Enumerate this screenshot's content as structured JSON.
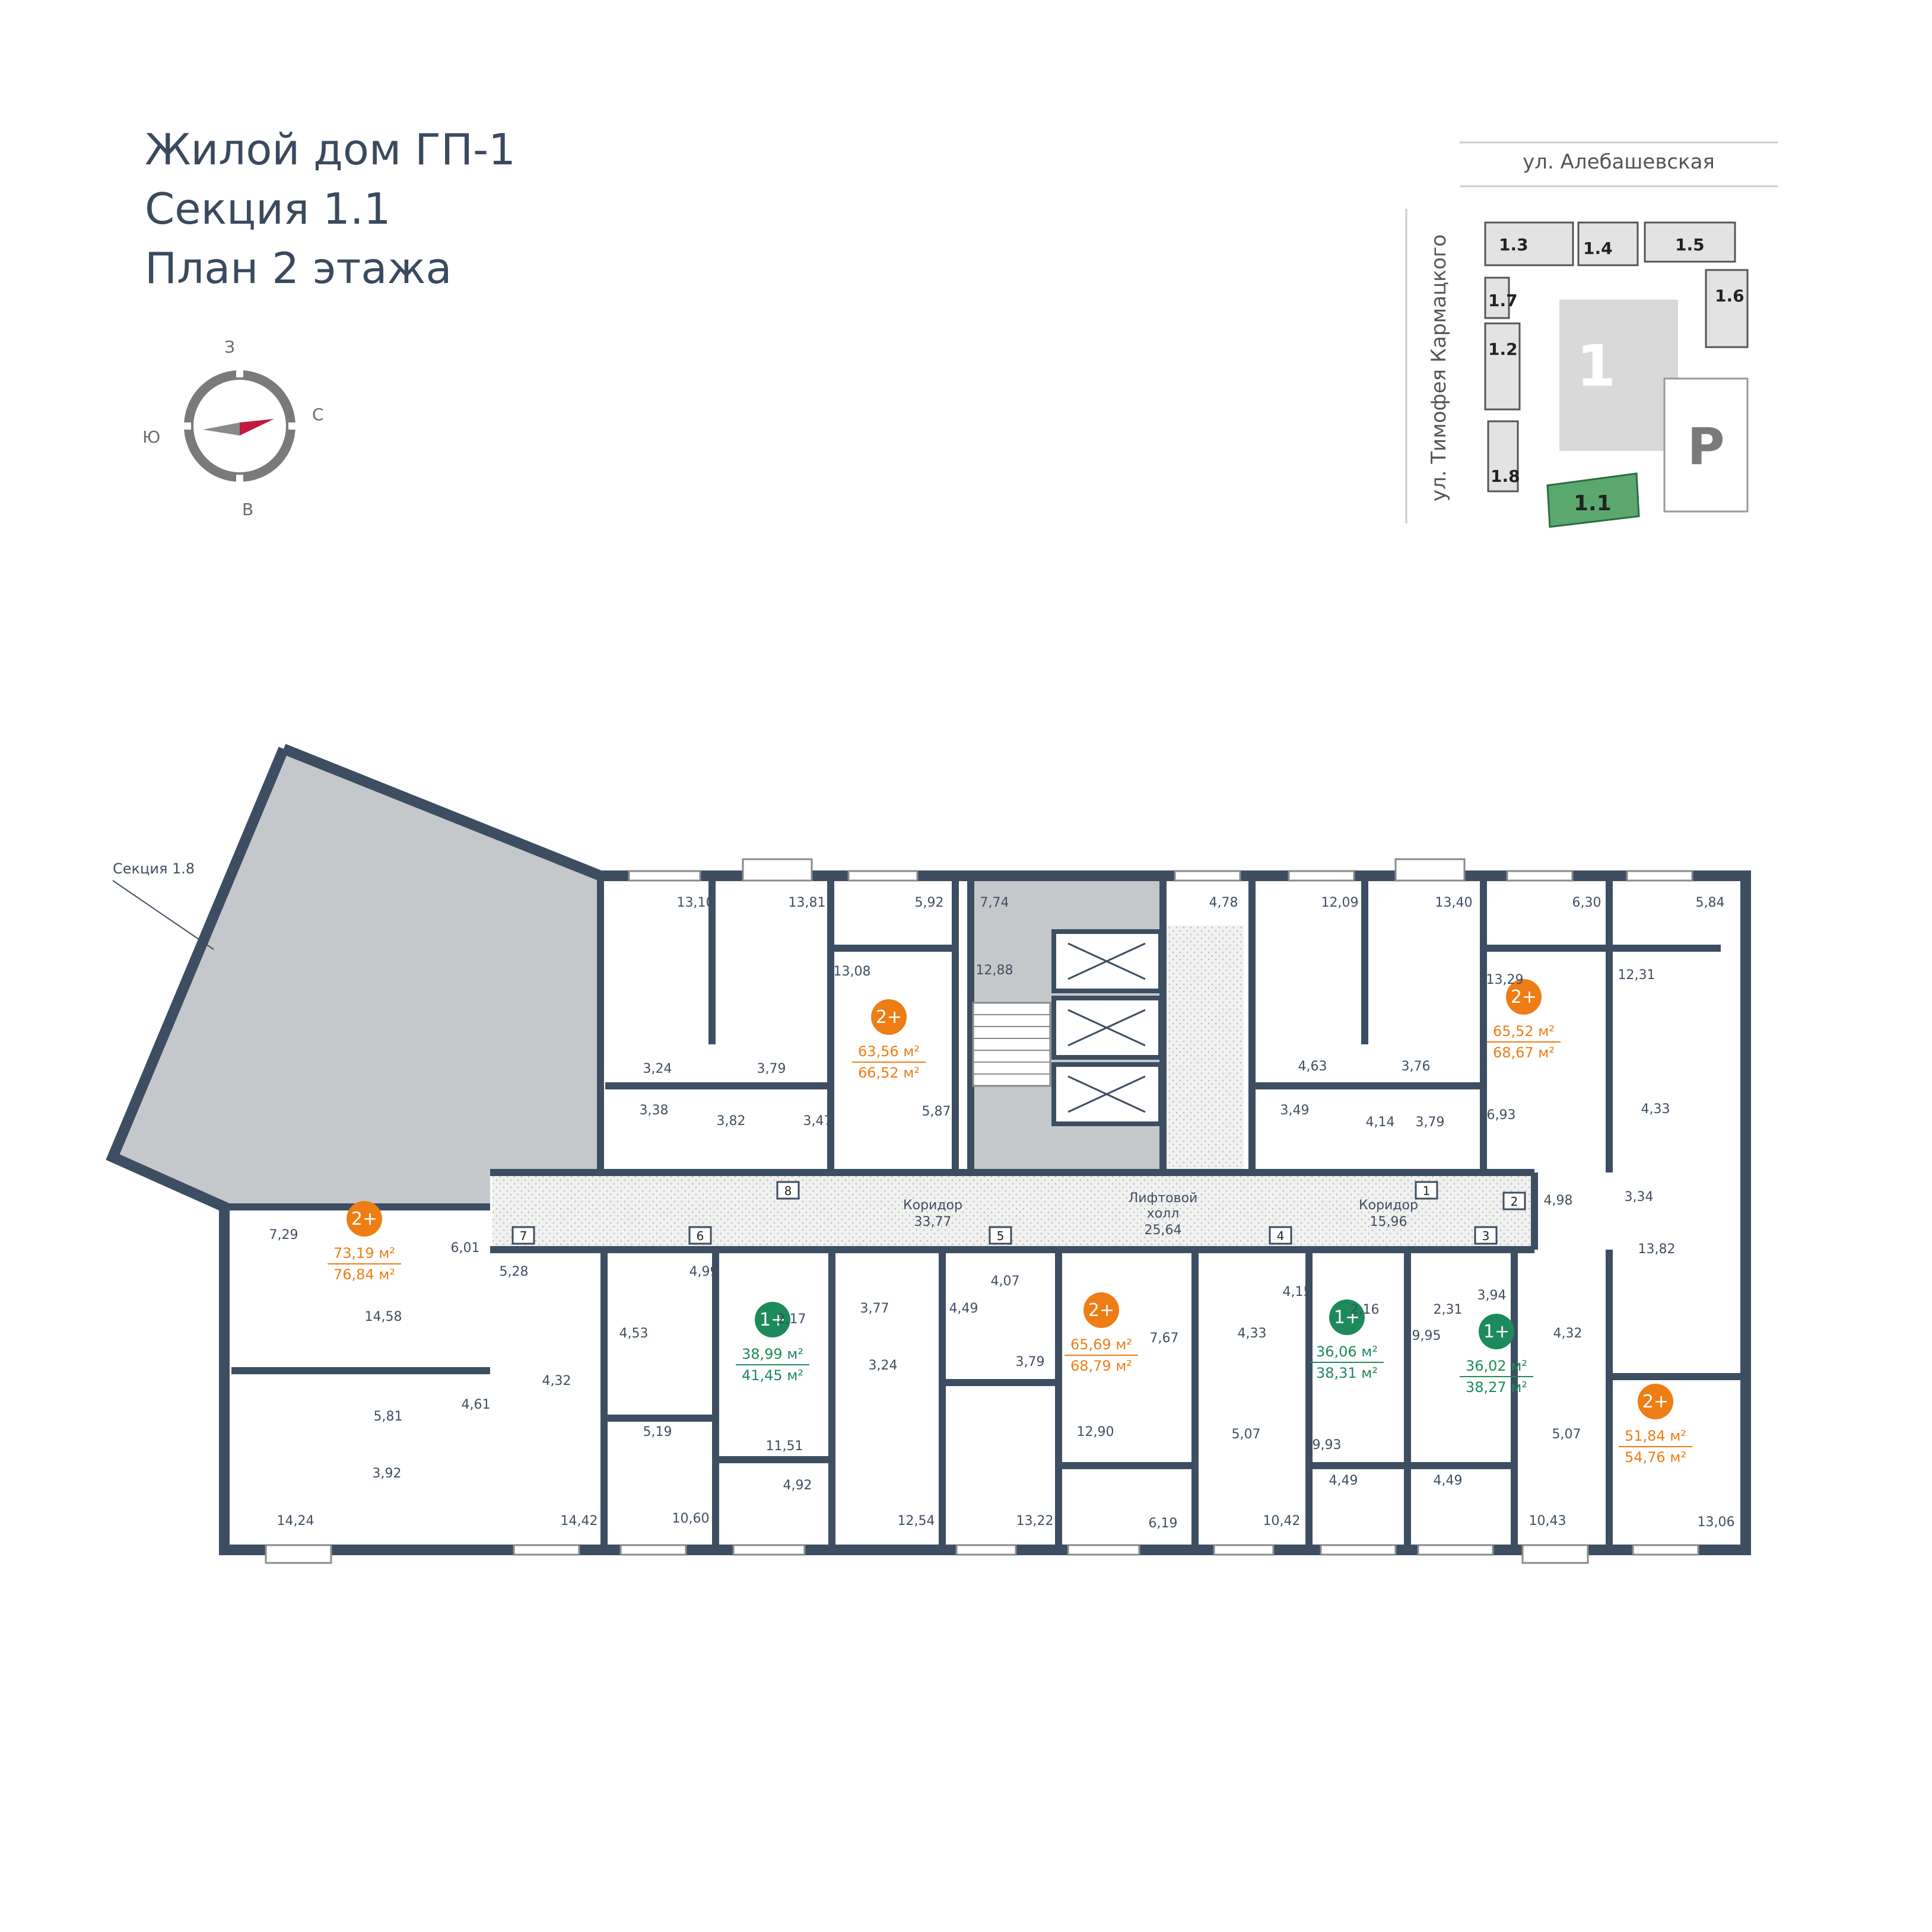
{
  "header": {
    "line1": "Жилой дом ГП-1",
    "line2": "Секция 1.1",
    "line3": "План 2 этажа"
  },
  "compass": {
    "north": "З",
    "east": "С",
    "south": "В",
    "west": "Ю"
  },
  "site_map": {
    "street_top": "ул. Алебашевская",
    "street_left": "ул. Тимофея Кармацкого",
    "sections": [
      "1.3",
      "1.4",
      "1.5",
      "1.6",
      "1.7",
      "1.2",
      "1.8",
      "1.1"
    ],
    "building_number": "1",
    "parking": "P",
    "highlight_color": "#5aa86e"
  },
  "plan": {
    "neighbor_label": "Секция 1.8",
    "corridor_left": {
      "name": "Коридор",
      "area": "33,77"
    },
    "lift_hall": {
      "name1": "Лифтовой",
      "name2": "холл",
      "area": "25,64"
    },
    "corridor_right": {
      "name": "Коридор",
      "area": "15,96"
    },
    "apartment_numbers": [
      "1",
      "2",
      "3",
      "4",
      "5",
      "6",
      "7",
      "8"
    ],
    "apartments": [
      {
        "rooms": "2+",
        "area": "63,56 м²",
        "area_total": "66,52 м²",
        "color": "#ee7d15"
      },
      {
        "rooms": "2+",
        "area": "65,52 м²",
        "area_total": "68,67 м²",
        "color": "#ee7d15"
      },
      {
        "rooms": "2+",
        "area": "73,19 м²",
        "area_total": "76,84 м²",
        "color": "#ee7d15"
      },
      {
        "rooms": "1+",
        "area": "38,99 м²",
        "area_total": "41,45 м²",
        "color": "#1d8a5c"
      },
      {
        "rooms": "2+",
        "area": "65,69 м²",
        "area_total": "68,79 м²",
        "color": "#ee7d15"
      },
      {
        "rooms": "1+",
        "area": "36,06 м²",
        "area_total": "38,31 м²",
        "color": "#1d8a5c"
      },
      {
        "rooms": "1+",
        "area": "36,02 м²",
        "area_total": "38,27 м²",
        "color": "#1d8a5c"
      },
      {
        "rooms": "2+",
        "area": "51,84 м²",
        "area_total": "54,76 м²",
        "color": "#ee7d15"
      }
    ],
    "room_areas": [
      "13,10",
      "13,81",
      "5,92",
      "7,74",
      "4,78",
      "12,09",
      "13,40",
      "6,30",
      "5,84",
      "13,08",
      "12,88",
      "13,29",
      "12,31",
      "3,24",
      "3,79",
      "3,76",
      "4,63",
      "3,38",
      "3,82",
      "3,47",
      "5,87",
      "3,49",
      "4,14",
      "3,79",
      "6,93",
      "4,33",
      "7,29",
      "6,01",
      "14,58",
      "5,28",
      "4,99",
      "4,07",
      "4,15",
      "3,94",
      "4,98",
      "3,34",
      "4,53",
      "2,17",
      "3,77",
      "4,49",
      "3,24",
      "3,79",
      "7,67",
      "2,16",
      "2,31",
      "4,33",
      "4,32",
      "13,82",
      "4,32",
      "4,61",
      "5,81",
      "3,92",
      "5,19",
      "11,51",
      "12,90",
      "5,07",
      "9,95",
      "9,93",
      "5,07",
      "14,24",
      "14,42",
      "10,60",
      "4,92",
      "12,54",
      "13,22",
      "6,19",
      "10,42",
      "4,49",
      "4,49",
      "10,43",
      "13,06"
    ],
    "colors": {
      "wall": "#3d4e62",
      "shaded": "#c5c8cb",
      "accent_orange": "#ee7d15",
      "accent_green": "#1d8a5c",
      "compass_red": "#c0183f"
    }
  }
}
